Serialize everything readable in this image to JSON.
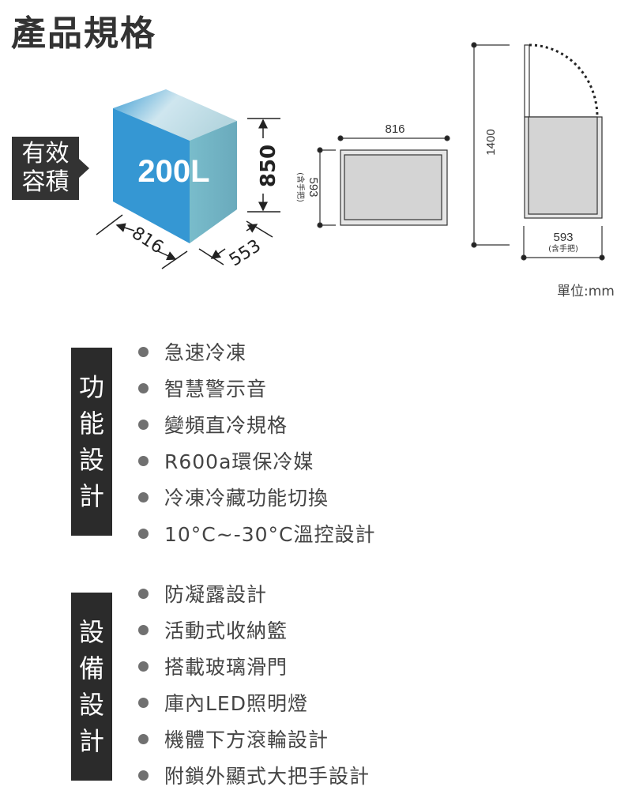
{
  "header": {
    "title": "產品規格"
  },
  "capacity": {
    "label_line1": "有效",
    "label_line2": "容積",
    "value": "200L"
  },
  "cube_dims": {
    "height": "850",
    "width": "816",
    "depth": "553"
  },
  "front_view": {
    "width": "816",
    "depth": "593",
    "depth_note": "(含手把)"
  },
  "side_view": {
    "open_height": "1400",
    "depth": "593",
    "depth_note": "(含手把)"
  },
  "unit": "單位:mm",
  "colors": {
    "cube_front": "#3597d3",
    "cube_side": "#6fb2c2",
    "label_bg": "#333333"
  },
  "features": {
    "label": [
      "功",
      "能",
      "設",
      "計"
    ],
    "items": [
      "急速冷凍",
      "智慧警示音",
      "變頻直冷規格",
      "R600a環保冷媒",
      "冷凍冷藏功能切換",
      "10°C~-30°C溫控設計"
    ]
  },
  "equipment": {
    "label": [
      "設",
      "備",
      "設",
      "計"
    ],
    "items": [
      "防凝露設計",
      "活動式收納籃",
      "搭載玻璃滑門",
      "庫內LED照明燈",
      "機體下方滾輪設計",
      "附鎖外顯式大把手設計"
    ]
  }
}
